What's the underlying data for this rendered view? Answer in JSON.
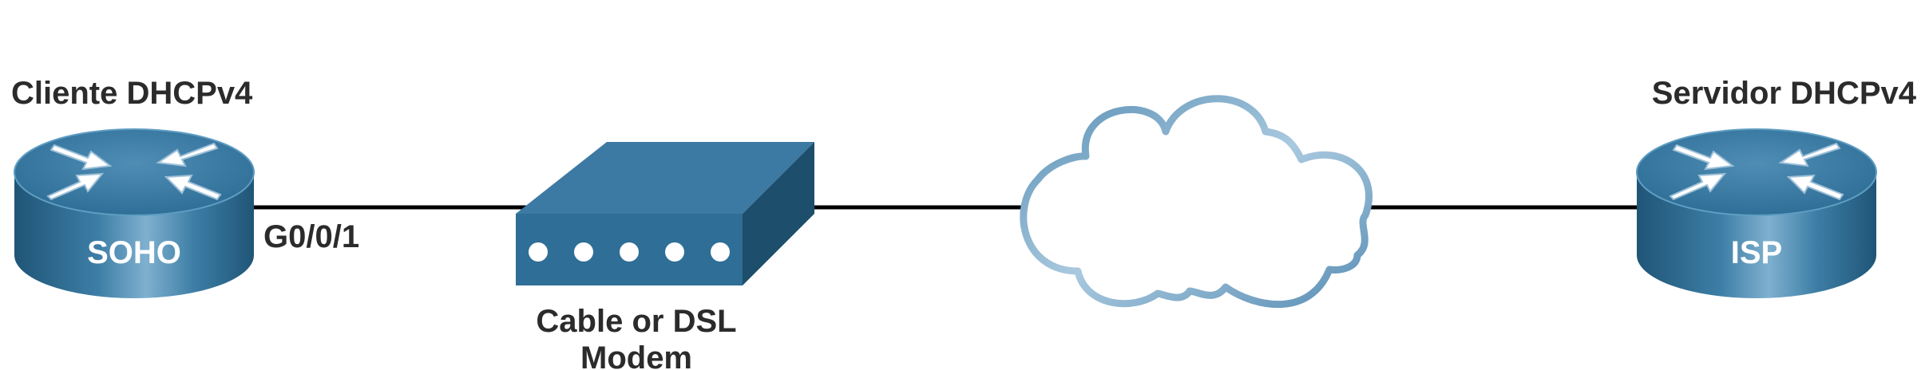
{
  "diagram": {
    "nodes": {
      "soho": {
        "caption": "Cliente DHCPv4",
        "label": "SOHO",
        "icon": "router-icon"
      },
      "modem": {
        "caption_line1": "Cable or DSL",
        "caption_line2": "Modem",
        "icon": "modem-icon"
      },
      "internet": {
        "icon": "cloud-icon"
      },
      "isp": {
        "caption": "Servidor DHCPv4",
        "label": "ISP",
        "icon": "router-icon"
      }
    },
    "links": {
      "soho_modem": {
        "interface_label": "G0/0/1"
      }
    }
  },
  "colors": {
    "device_blue": "#2f6e96",
    "device_dark": "#1d4e6c",
    "cloud_stroke": "#6d9bbd",
    "link": "#000000",
    "text": "#2b2b2b"
  }
}
